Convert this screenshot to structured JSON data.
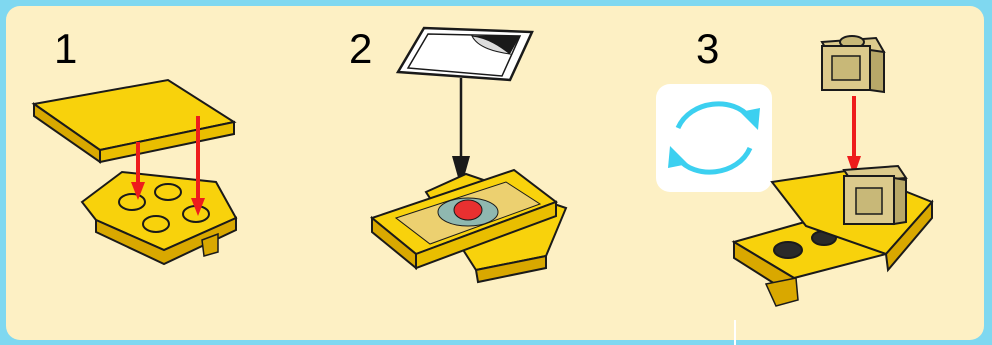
{
  "steps": [
    {
      "number": "1"
    },
    {
      "number": "2"
    },
    {
      "number": "3"
    }
  ],
  "colors": {
    "background_border": "#7fd8f0",
    "panel": "#fdf0c4",
    "brick_yellow": "#f8d20c",
    "brick_shadow": "#d9a800",
    "tan_brick": "#dcca8c",
    "arrow_red": "#ee1c1c",
    "rotate_arrow": "#3cd0f0",
    "outline": "#1a1a1a"
  },
  "icons": [
    "sticker-icon",
    "rotate-icon",
    "red-arrow-icon",
    "black-arrow-icon"
  ]
}
